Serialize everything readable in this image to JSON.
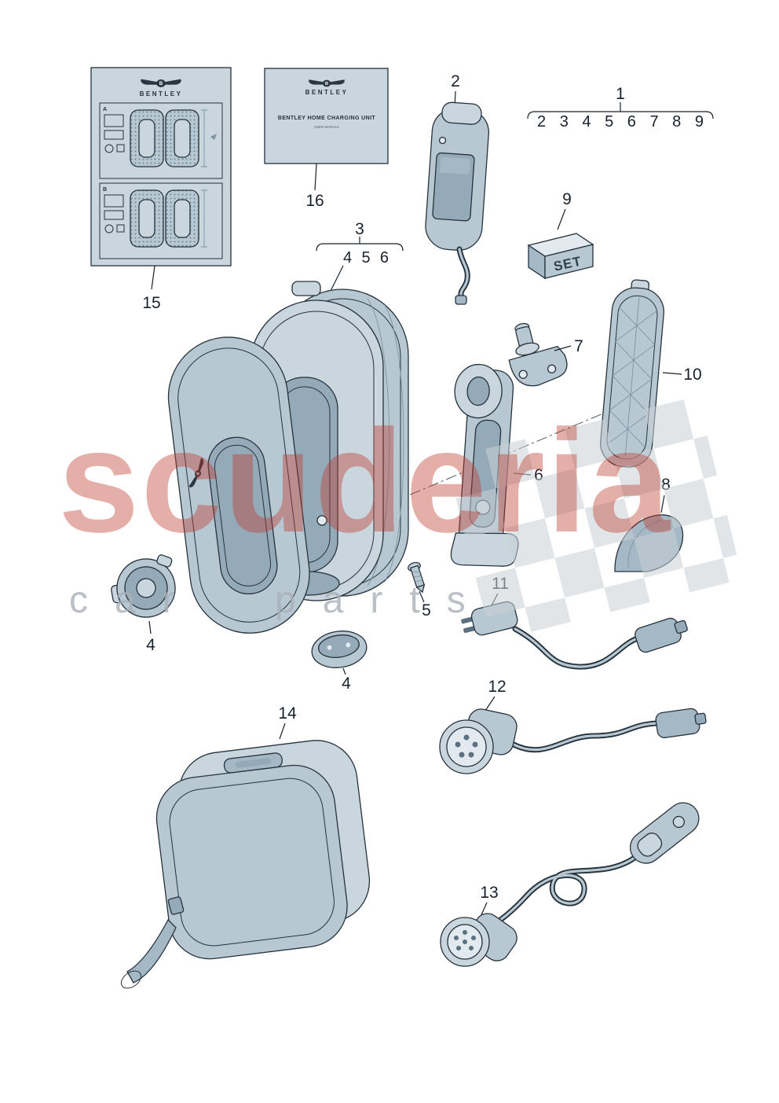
{
  "watermark": {
    "brand": "scuderia",
    "subtitle": "car parts",
    "brand_color": "#c0392b",
    "checker_color": "#c9d0d5"
  },
  "documents": {
    "logo_letter": "B",
    "label_sheet": {
      "callout": "15",
      "brand": "BENTLEY",
      "section_a": "A",
      "section_b": "B"
    },
    "manual": {
      "callout": "16",
      "brand": "BENTLEY",
      "title": "BENTLEY HOME CHARGING UNIT",
      "subtitle": "USER MANUAL"
    }
  },
  "groups": {
    "kit": {
      "parent": "1",
      "children": "2 3 4 5 6 7 8 9"
    },
    "housing": {
      "parent": "3",
      "children": "4 5 6"
    }
  },
  "parts": {
    "control_unit": {
      "callout": "2"
    },
    "set_box": {
      "callout": "9",
      "label": "SET"
    },
    "clamp": {
      "callout": "7"
    },
    "mounting_plate": {
      "callout": "10"
    },
    "bracket": {
      "callout": "6"
    },
    "cap": {
      "callout": "8"
    },
    "screw": {
      "callout": "5"
    },
    "round_connector": {
      "callout": "4"
    },
    "oval_connector": {
      "callout": "4"
    },
    "supply_cable": {
      "callout": "11"
    },
    "adapter_cable": {
      "callout": "12"
    },
    "charging_cable": {
      "callout": "13"
    },
    "storage_case": {
      "callout": "14"
    }
  },
  "colors": {
    "line": "#26323c",
    "part_fill": "#b7c8d3",
    "background": "#ffffff"
  }
}
